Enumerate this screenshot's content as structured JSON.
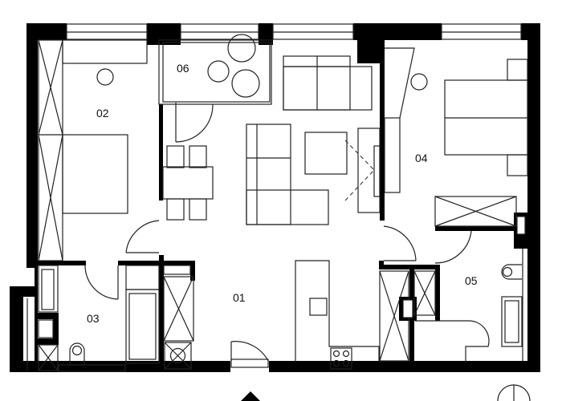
{
  "plan": {
    "rooms": [
      {
        "id": "01",
        "label": "01",
        "name": "hall-living-kitchen"
      },
      {
        "id": "02",
        "label": "02",
        "name": "bedroom-left"
      },
      {
        "id": "03",
        "label": "03",
        "name": "bathroom-left"
      },
      {
        "id": "04",
        "label": "04",
        "name": "bedroom-right"
      },
      {
        "id": "05",
        "label": "05",
        "name": "bathroom-right"
      },
      {
        "id": "06",
        "label": "06",
        "name": "storage"
      }
    ],
    "icons": {
      "entrance": "entrance-arrow-icon",
      "compass": "north-compass-icon"
    },
    "colors": {
      "wall": "#000000",
      "line": "#222222",
      "background": "#ffffff"
    }
  }
}
